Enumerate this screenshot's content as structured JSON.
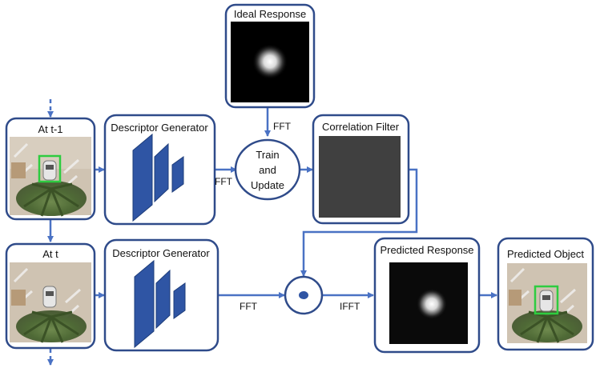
{
  "frame_prev": {
    "label": "At t-1"
  },
  "frame_curr": {
    "label": "At t"
  },
  "descriptor_top": {
    "label": "Descriptor Generator"
  },
  "descriptor_bottom": {
    "label": "Descriptor Generator"
  },
  "ideal_response": {
    "label": "Ideal Response"
  },
  "train_update": {
    "line1": "Train",
    "line2": "and",
    "line3": "Update"
  },
  "correlation_filter": {
    "label": "Correlation Filter"
  },
  "predicted_response": {
    "label": "Predicted Response"
  },
  "predicted_object": {
    "label": "Predicted Object"
  },
  "edges": {
    "fft_ideal": "FFT",
    "fft_top": "FFT",
    "fft_bottom": "FFT",
    "ifft": "IFFT"
  },
  "colors": {
    "border": "#2f4b8a",
    "arrow": "#4a72c4",
    "bbox": "#2ecc40",
    "layer": "#2f55a4",
    "filter": "#404040"
  }
}
